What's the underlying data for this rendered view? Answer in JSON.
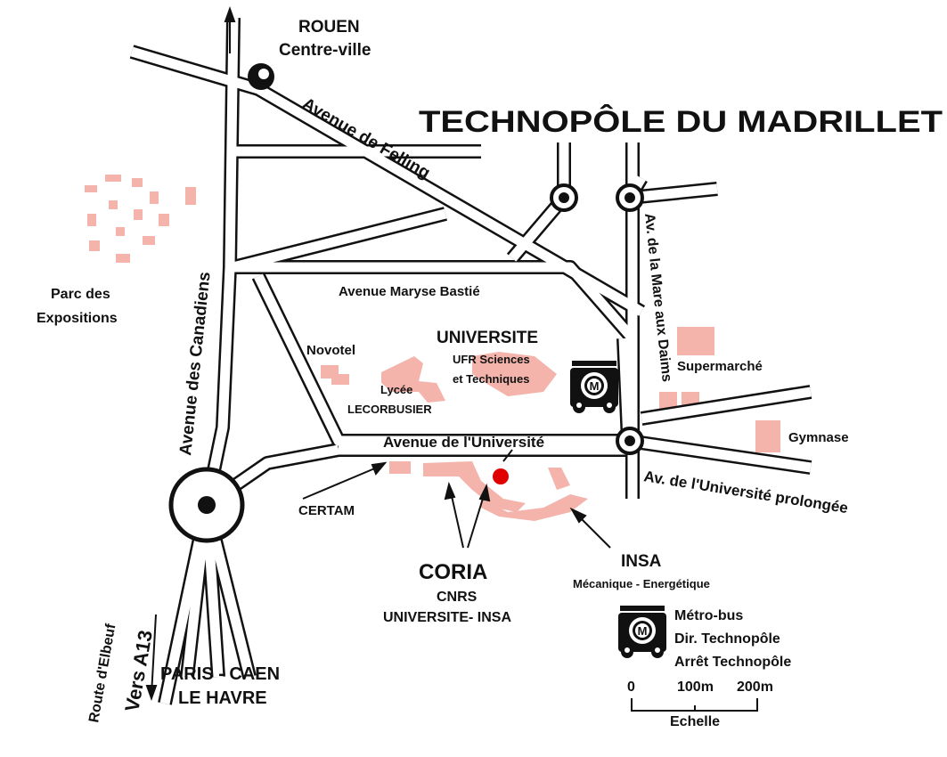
{
  "title": "TECHNOPÔLE DU MADRILLET",
  "places": {
    "rouen": "ROUEN",
    "centre_ville": "Centre-ville",
    "parc1": "Parc des",
    "parc2": "Expositions",
    "universite": "UNIVERSITE",
    "ufr1": "UFR Sciences",
    "ufr2": "et Techniques",
    "novotel": "Novotel",
    "lycee1": "Lycée",
    "lycee2": "LECORBUSIER",
    "supermarche": "Supermarché",
    "gymnase": "Gymnase",
    "certam": "CERTAM",
    "coria": "CORIA",
    "cnrs": "CNRS",
    "univ_insa": "UNIVERSITE- INSA",
    "insa": "INSA",
    "insa_sub": "Mécanique - Energétique",
    "paris_caen": "PARIS - CAEN",
    "le_havre": "LE HAVRE",
    "route_elbeuf": "Route d'Elbeuf",
    "vers_a13": "Vers A13"
  },
  "roads": {
    "felling": "Avenue de Felling",
    "canadiens": "Avenue des Canadiens",
    "bastie": "Avenue Maryse Bastié",
    "universite": "Avenue de l'Université",
    "prolongee": "Av. de l'Université prolongée",
    "mare": "Av. de la Mare aux Daims"
  },
  "legend": {
    "metro1": "Métro-bus",
    "metro2": "Dir. Technopôle",
    "metro3": "Arrêt Technopôle",
    "metro_letter": "M",
    "scale": [
      "0",
      "100m",
      "200m"
    ],
    "scale_label": "Echelle"
  },
  "colors": {
    "building": "#f4b4ac",
    "marker": "#e00000"
  }
}
